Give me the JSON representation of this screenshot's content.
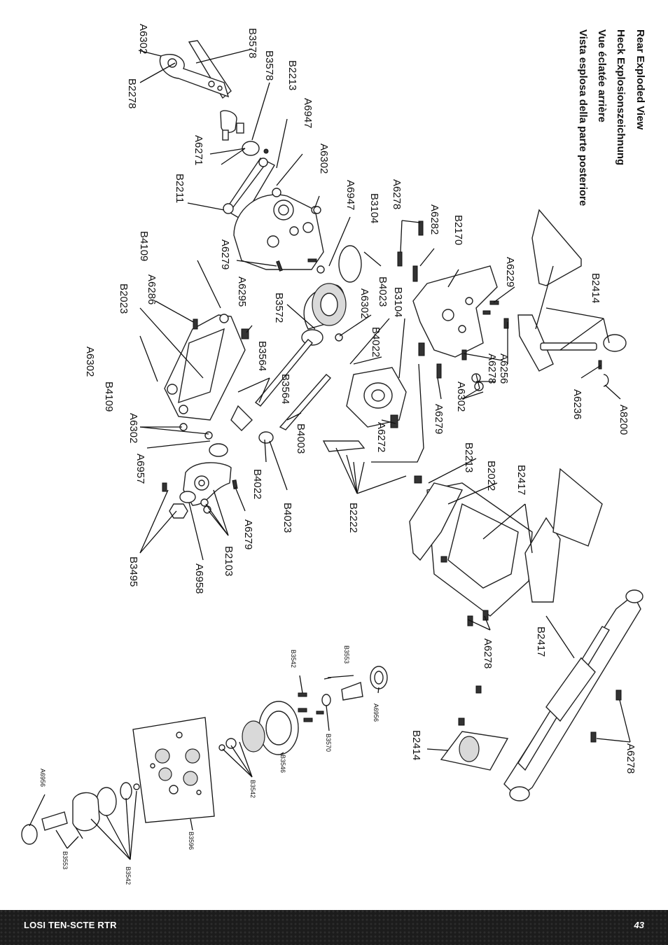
{
  "titles": [
    "Rear Exploded View",
    "Heck Explosionszeichnung",
    "Vue éclatée arrière",
    "Vista esplosa della parte posteriore"
  ],
  "labels": {
    "a6302_top": "A6302",
    "b3578_a": "B3578",
    "b3578_b": "B3578",
    "b2278": "B2278",
    "b2213_top": "B2213",
    "a6947_a": "A6947",
    "a6947_b": "A6947",
    "a6271": "A6271",
    "a6302_mid": "A6302",
    "b2211": "B2211",
    "a6278_top": "A6278",
    "a6282": "A6282",
    "b2170": "B2170",
    "b3104_a": "B3104",
    "b3104_b": "B3104",
    "b4109_a": "B4109",
    "b4109_b": "B4109",
    "a6279_a": "A6279",
    "a6279_b": "A6279",
    "a6279_c": "A6279",
    "a6286": "A6286",
    "a6295": "A6295",
    "b3572": "B3572",
    "b2023": "B2023",
    "b4023_a": "B4023",
    "b4023_b": "B4023",
    "a6302_c": "A6302",
    "a6302_d": "A6302",
    "a6302_e": "A6302",
    "a6302_f": "A6302",
    "b4022_a": "B4022",
    "b4022_b": "B4022",
    "a6229": "A6229",
    "b2414_a": "B2414",
    "b2414_b": "B2414",
    "b3564_a": "B3564",
    "b3564_b": "B3564",
    "a6256": "A6256",
    "a6278_b": "A6278",
    "a6278_c": "A6278",
    "a6278_d": "A6278",
    "a6236": "A6236",
    "a8200": "A8200",
    "a6957": "A6957",
    "b4003": "B4003",
    "a6272": "A6272",
    "b2213_b": "B2213",
    "b2022": "B2022",
    "b2417_a": "B2417",
    "b2417_b": "B2417",
    "b2222": "B2222",
    "b3495": "B3495",
    "a6958": "A6958",
    "b2103": "B2103",
    "b3553_a": "B3553",
    "b3553_b": "B3553",
    "b3542_a": "B3542",
    "b3542_b": "B3542",
    "b3542_c": "B3542",
    "b3570": "B3570",
    "a6956_a": "A6956",
    "a6956_b": "A6956",
    "b3546": "B3546",
    "b3596": "B3596"
  },
  "footer": {
    "product": "LOSI TEN-SCTE RTR",
    "page_number": "43"
  }
}
